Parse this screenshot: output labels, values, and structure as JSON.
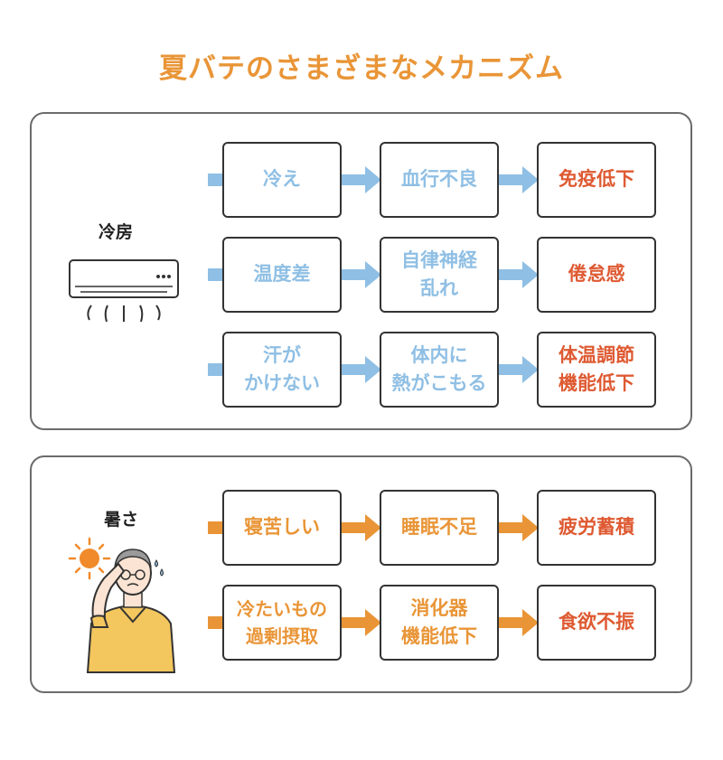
{
  "title": "夏バテのさまざまなメカニズム",
  "colors": {
    "blue": "#8FBFE4",
    "orange": "#E99537",
    "red": "#DE5A32",
    "border": "#6b6b6b"
  },
  "sections": [
    {
      "label": "冷房",
      "icon": "air-conditioner-icon",
      "rows": [
        [
          "冷え",
          "血行不良",
          "免疫低下"
        ],
        [
          "温度差",
          "自律神経\n乱れ",
          "倦怠感"
        ],
        [
          "汗が\nかけない",
          "体内に\n熱がこもる",
          "体温調節\n機能低下"
        ]
      ]
    },
    {
      "label": "暑さ",
      "icon": "sweating-man-sun-icon",
      "rows": [
        [
          "寝苦しい",
          "睡眠不足",
          "疲労蓄積"
        ],
        [
          "冷たいもの\n過剰摂取",
          "消化器\n機能低下",
          "食欲不振"
        ]
      ]
    }
  ]
}
